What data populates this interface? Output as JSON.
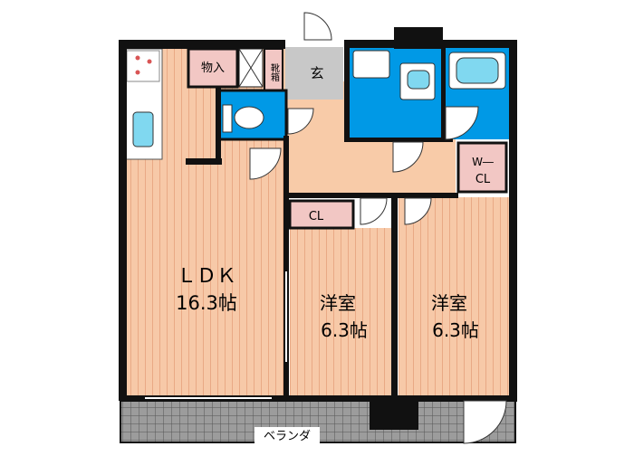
{
  "rooms": {
    "ldk": {
      "name": "ＬＤＫ",
      "size": "16.3帖"
    },
    "western1": {
      "name": "洋室",
      "size": "6.3帖"
    },
    "western2": {
      "name": "洋室",
      "size": "6.3帖"
    },
    "storage": {
      "name": "物入"
    },
    "shoebox": {
      "name": "靴箱"
    },
    "entrance": {
      "name": "玄"
    },
    "closet": {
      "name": "CL"
    },
    "wic_top": {
      "name": "W―"
    },
    "wic_bot": {
      "name": "CL"
    },
    "veranda": {
      "name": "ベランダ"
    }
  },
  "colors": {
    "room_fill": "#F7C9A8",
    "hall_fill": "#F8CBA8",
    "water_fill": "#0099E6",
    "storage_fill": "#F2C7C4",
    "veranda_fill": "#9A9A9A",
    "entrance_fill": "#C8C8C8",
    "wall": "#111111"
  }
}
